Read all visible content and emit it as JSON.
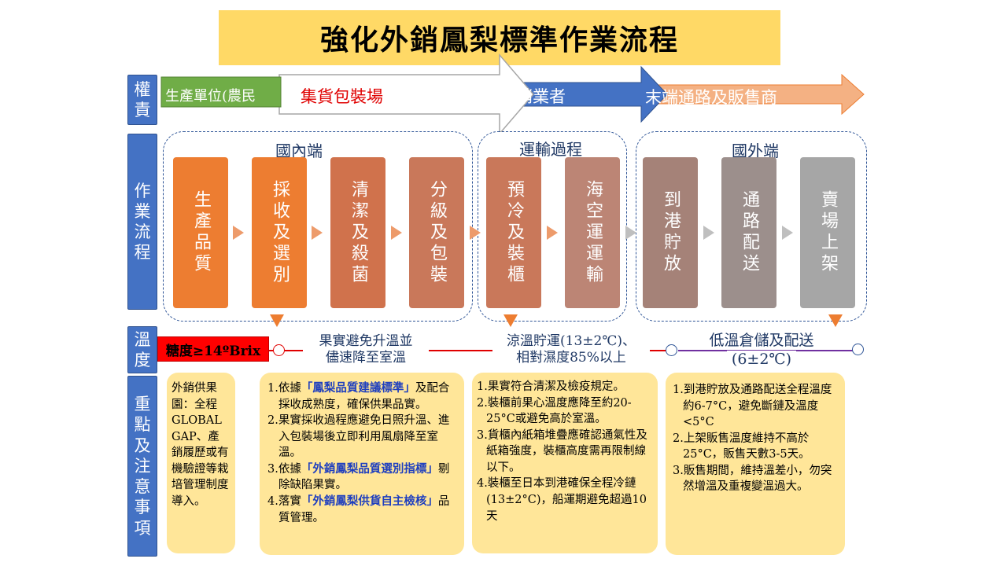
{
  "title": "強化外銷鳳梨標準作業流程",
  "row_labels": {
    "responsibility": [
      "權",
      "責"
    ],
    "process": [
      "作",
      "業",
      "流",
      "程"
    ],
    "temperature": [
      "溫",
      "度"
    ],
    "notes": [
      "重",
      "點",
      "及",
      "注",
      "意",
      "事",
      "項"
    ]
  },
  "responsibility": {
    "producer": "生產單位(農民",
    "packing": "集貨包裝場",
    "logistics": "國內物流及外銷業者",
    "retail": "末端通路及販售商"
  },
  "groups": {
    "domestic": "國內端",
    "transport": "運輸過程",
    "overseas": "國外端"
  },
  "steps": [
    "生產品質",
    "採收及選別",
    "清潔及殺菌",
    "分級及包裝",
    "預冷及裝櫃",
    "海空運運輸",
    "到港貯放",
    "通路配送",
    "賣場上架"
  ],
  "temperature": {
    "sugar": "糖度≥14ºBrix",
    "stage1_line1": "果實避免升溫並",
    "stage1_line2": "儘速降至室溫",
    "stage2_line1": "涼溫貯運(13±2℃)、",
    "stage2_line2": "相對濕度85%以上",
    "stage3_line1": "低溫倉儲及配送",
    "stage3_line2": "(6±2℃)"
  },
  "notes": {
    "farm": "外銷供果園：全程GLOBAL GAP、產銷履歷或有機驗證等栽培管理制度導入。",
    "packing": {
      "i1_a": "1.依據",
      "i1_hl": "「鳳梨品質建議標準」",
      "i1_b": "及配合採收成熟度，確保供果品實。",
      "i2": "2.果實採收過程應避免日照升溫、進入包裝場後立即利用風扇降至室溫。",
      "i3_a": "3.依據",
      "i3_hl": "「外銷鳳梨品質選別指標」",
      "i3_b": "剔除缺陷果實。",
      "i4_a": "4.落實",
      "i4_hl": "「外銷鳳梨供貨自主檢核」",
      "i4_b": "品質管理。"
    },
    "transport": {
      "i1": "1.果實符合清潔及檢疫規定。",
      "i2": "2.裝櫃前果心溫度應降至約20-25°C或避免高於室溫。",
      "i3": "3.貨櫃內紙箱堆疊應確認通氣性及紙箱強度，裝櫃高度需再限制線以下。",
      "i4": "4.裝櫃至日本到港確保全程冷鏈 (13±2°C)，船運期避免超過10天"
    },
    "overseas": {
      "i1": "1.到港貯放及通路配送全程溫度約6-7°C，避免斷鏈及溫度<5°C",
      "i2": "2.上架販售溫度維持不高於25°C，販售天數3-5天。",
      "i3": "3.販售期間，維持溫差小，勿突然增溫及重複變溫過大。"
    }
  },
  "colors": {
    "title_bg": "#FFD966",
    "label_bg": "#4472C4",
    "step_orange": "#ED7D31",
    "step_brown": "#C9785A",
    "step_taupe": "#A58278",
    "step_gray": "#A6A6A6",
    "note_bg": "#FFE699",
    "sugar_bg": "#FF0000"
  }
}
